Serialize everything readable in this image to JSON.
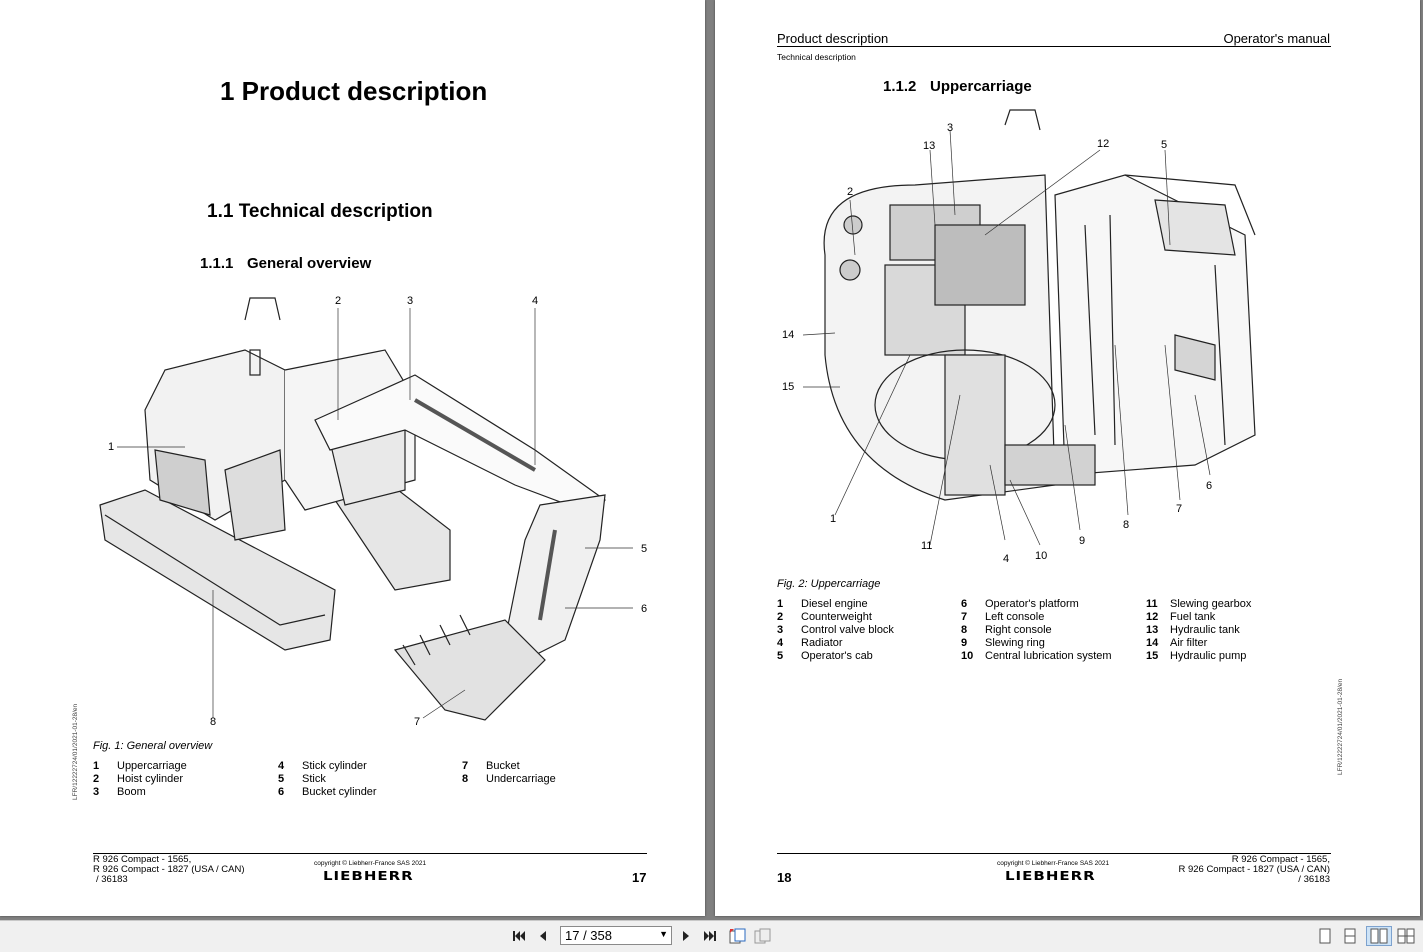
{
  "left_page": {
    "chapter_title": "1  Product description",
    "section_title": "1.1  Technical description",
    "subsection_number": "1.1.1",
    "subsection_title": "General overview",
    "figure_caption": "Fig. 1: General overview",
    "callouts": [
      "1",
      "2",
      "3",
      "4",
      "5",
      "6",
      "7",
      "8"
    ],
    "legend": [
      {
        "num": "1",
        "label": "Uppercarriage"
      },
      {
        "num": "2",
        "label": "Hoist cylinder"
      },
      {
        "num": "3",
        "label": "Boom"
      },
      {
        "num": "4",
        "label": "Stick cylinder"
      },
      {
        "num": "5",
        "label": "Stick"
      },
      {
        "num": "6",
        "label": "Bucket cylinder"
      },
      {
        "num": "7",
        "label": "Bucket"
      },
      {
        "num": "8",
        "label": "Undercarriage"
      }
    ],
    "side_code": "LFR/12222724/01/2021-01-28/en",
    "footer_model_1": "R 926 Compact  - 1565,",
    "footer_model_2": "R 926 Compact  - 1827 (USA / CAN)",
    "footer_model_3": "/ 36183",
    "copyright": "copyright © Liebherr-France SAS 2021",
    "brand": "LIEBHERR",
    "page_number": "17"
  },
  "right_page": {
    "header_left": "Product description",
    "header_right": "Operator's manual",
    "header_sub": "Technical description",
    "subsection_number": "1.1.2",
    "subsection_title": "Uppercarriage",
    "figure_caption": "Fig. 2: Uppercarriage",
    "callouts": [
      "1",
      "2",
      "3",
      "4",
      "5",
      "6",
      "7",
      "8",
      "9",
      "10",
      "11",
      "12",
      "13",
      "14",
      "15"
    ],
    "legend": [
      {
        "num": "1",
        "label": "Diesel engine"
      },
      {
        "num": "2",
        "label": "Counterweight"
      },
      {
        "num": "3",
        "label": "Control valve block"
      },
      {
        "num": "4",
        "label": "Radiator"
      },
      {
        "num": "5",
        "label": "Operator's cab"
      },
      {
        "num": "6",
        "label": "Operator's platform"
      },
      {
        "num": "7",
        "label": "Left console"
      },
      {
        "num": "8",
        "label": "Right console"
      },
      {
        "num": "9",
        "label": "Slewing ring"
      },
      {
        "num": "10",
        "label": "Central lubrication system"
      },
      {
        "num": "11",
        "label": "Slewing gearbox"
      },
      {
        "num": "12",
        "label": "Fuel tank"
      },
      {
        "num": "13",
        "label": "Hydraulic tank"
      },
      {
        "num": "14",
        "label": "Air filter"
      },
      {
        "num": "15",
        "label": "Hydraulic pump"
      }
    ],
    "side_code": "LFR/12222724/01/2021-01-28/en",
    "footer_model_1": "R 926 Compact  - 1565,",
    "footer_model_2": "R 926 Compact  - 1827 (USA / CAN)",
    "footer_model_3": "/ 36183",
    "copyright": "copyright © Liebherr-France SAS 2021",
    "brand": "LIEBHERR",
    "page_number": "18"
  },
  "toolbar": {
    "page_indicator": "17 / 358",
    "icons": [
      "first-page-icon",
      "previous-page-icon",
      "next-page-icon",
      "last-page-icon",
      "continuous-view-icon",
      "single-page-icon",
      "page-layout-single-icon",
      "page-layout-continuous-icon",
      "two-page-view-icon",
      "two-page-continuous-icon"
    ]
  }
}
